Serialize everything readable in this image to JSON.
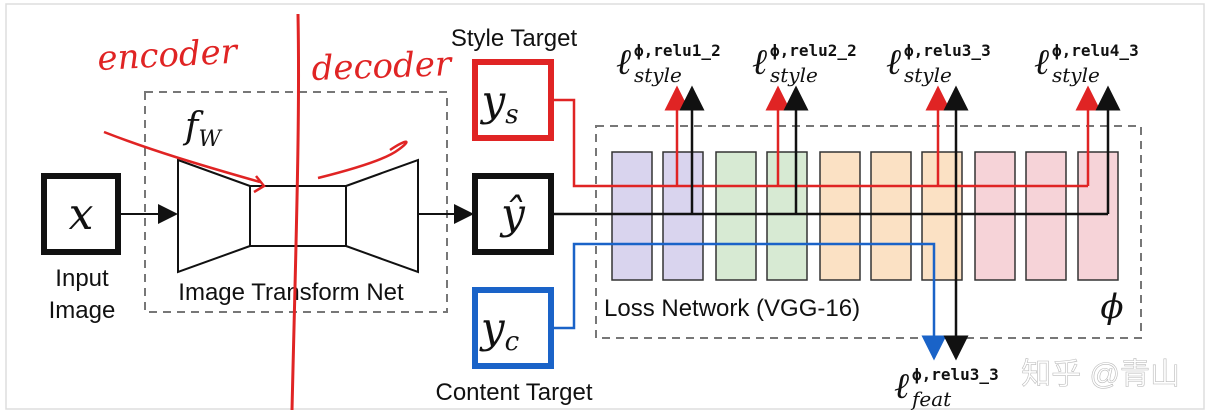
{
  "labels": {
    "input_image_line1": "Input",
    "input_image_line2": "Image",
    "image_transform_net": "Image Transform Net",
    "style_target": "Style Target",
    "content_target": "Content Target",
    "loss_network": "Loss Network (VGG-16)",
    "phi": "ϕ",
    "f_w_main": "f",
    "f_w_sub": "W"
  },
  "symbols": {
    "x": "x",
    "y_hat": "ŷ",
    "y_s_main": "y",
    "y_s_sub": "s",
    "y_c_main": "y",
    "y_c_sub": "c"
  },
  "losses": {
    "style": [
      {
        "base": "ℓ",
        "sup": "ϕ,relu1_2",
        "sub": "style"
      },
      {
        "base": "ℓ",
        "sup": "ϕ,relu2_2",
        "sub": "style"
      },
      {
        "base": "ℓ",
        "sup": "ϕ,relu3_3",
        "sub": "style"
      },
      {
        "base": "ℓ",
        "sup": "ϕ,relu4_3",
        "sub": "style"
      }
    ],
    "feat": {
      "base": "ℓ",
      "sup": "ϕ,relu3_3",
      "sub": "feat"
    }
  },
  "annotations": {
    "encoder": "encoder",
    "decoder": "decoder"
  },
  "watermark": "知乎 @青山",
  "colors": {
    "red": "#e02424",
    "blue": "#1a63c8",
    "black": "#111111",
    "gray_dash": "#777777",
    "block_purple": "#d9d4ee",
    "block_green": "#d7ead3",
    "block_orange": "#fbe1c4",
    "block_pink": "#f6d3d8"
  }
}
